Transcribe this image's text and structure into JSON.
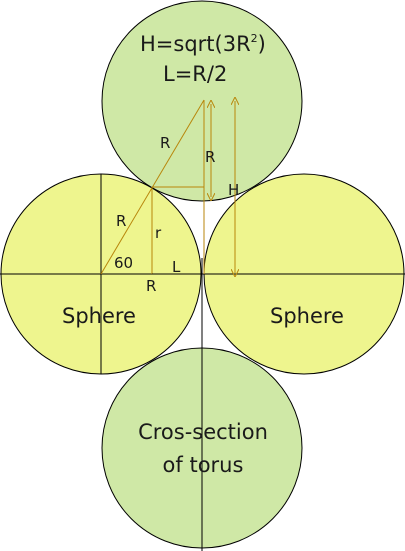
{
  "colors": {
    "sphere_fill": "#eef58e",
    "torus_fill": "#cfe8a6",
    "line": "#000000",
    "guide": "#b8860b"
  },
  "labels": {
    "formula_h": "H=sqrt(3R",
    "formula_h_exp": "2",
    "formula_h_close": ")",
    "formula_l": "L=R/2",
    "r_hyp_top": "R",
    "r_vert_top": "R",
    "h_label": "H",
    "r_hyp_left": "R",
    "r_small": "r",
    "angle": "60",
    "l_label": "L",
    "r_base": "R",
    "sphere_left": "Sphere",
    "sphere_right": "Sphere",
    "torus_line1": "Cros-section",
    "torus_line2": "of torus"
  }
}
